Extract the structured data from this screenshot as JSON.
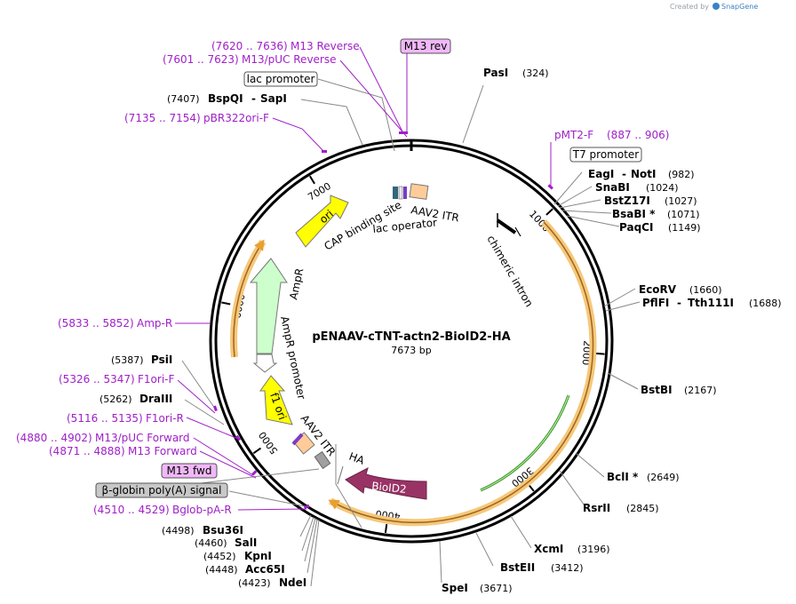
{
  "credit": {
    "prefix": "Created by",
    "brand": "SnapGene"
  },
  "plasmid": {
    "name": "pENAAV-cTNT-actn2-BioID2-HA",
    "size_label": "7673 bp",
    "length": 7673
  },
  "ticks": [
    {
      "pos": 1000,
      "label": "1000"
    },
    {
      "pos": 2000,
      "label": "2000"
    },
    {
      "pos": 3000,
      "label": "3000"
    },
    {
      "pos": 4000,
      "label": "4000"
    },
    {
      "pos": 5000,
      "label": "5000"
    },
    {
      "pos": 6000,
      "label": "6000"
    },
    {
      "pos": 7000,
      "label": "7000"
    }
  ],
  "enzymes_right": [
    {
      "name": "PasI",
      "pos": "(324)"
    },
    {
      "name": "EagI",
      "sep": "-",
      "name2": "NotI",
      "pos": "(982)"
    },
    {
      "name": "SnaBI",
      "pos": "(1024)"
    },
    {
      "name": "BstZ17I",
      "pos": "(1027)"
    },
    {
      "name": "BsaBI *",
      "pos": "(1071)"
    },
    {
      "name": "PaqCI",
      "pos": "(1149)"
    },
    {
      "name": "EcoRV",
      "pos": "(1660)"
    },
    {
      "name": "PflFI",
      "sep": "-",
      "name2": "Tth111I",
      "pos": "(1688)"
    },
    {
      "name": "BstBI",
      "pos": "(2167)"
    },
    {
      "name": "BclI *",
      "pos": "(2649)"
    },
    {
      "name": "RsrII",
      "pos": "(2845)"
    },
    {
      "name": "XcmI",
      "pos": "(3196)"
    },
    {
      "name": "BstEII",
      "pos": "(3412)"
    },
    {
      "name": "SpeI",
      "pos": "(3671)"
    }
  ],
  "enzymes_left": [
    {
      "name": "BspQI",
      "sep": "-",
      "name2": "SapI",
      "pos": "(7407)"
    },
    {
      "name": "PsiI",
      "pos": "(5387)"
    },
    {
      "name": "DraIII",
      "pos": "(5262)"
    },
    {
      "name": "Bsu36I",
      "pos": "(4498)"
    },
    {
      "name": "SalI",
      "pos": "(4460)"
    },
    {
      "name": "KpnI",
      "pos": "(4452)"
    },
    {
      "name": "Acc65I",
      "pos": "(4448)"
    },
    {
      "name": "NdeI",
      "pos": "(4423)"
    }
  ],
  "primers": [
    {
      "range": "(7620 .. 7636)",
      "name": "M13 Reverse"
    },
    {
      "range": "(7601 .. 7623)",
      "name": "M13/pUC Reverse"
    },
    {
      "range": "(7135 .. 7154)",
      "name": "pBR322ori-F"
    },
    {
      "name": "pMT2-F",
      "range": "(887 .. 906)"
    },
    {
      "range": "(5833 .. 5852)",
      "name": "Amp-R"
    },
    {
      "range": "(5326 .. 5347)",
      "name": "F1ori-F"
    },
    {
      "range": "(5116 .. 5135)",
      "name": "F1ori-R"
    },
    {
      "range": "(4880 .. 4902)",
      "name": "M13/pUC Forward"
    },
    {
      "range": "(4871 .. 4888)",
      "name": "M13 Forward"
    },
    {
      "range": "(4510 .. 4529)",
      "name": "Bglob-pA-R"
    }
  ],
  "boxed": {
    "m13_rev": "M13 rev",
    "lac_promoter": "lac promoter",
    "t7_promoter": "T7 promoter",
    "m13_fwd": "M13 fwd",
    "bglobin": "β-globin poly(A) signal"
  },
  "features": {
    "cap": "CAP binding site",
    "lac_operator": "lac operator",
    "aav2_itr_top": "AAV2 ITR",
    "chimeric_intron": "chimeric intron",
    "ori": "ori",
    "ampr": "AmpR",
    "ampr_promoter": "AmpR promoter",
    "f1_ori": "f1 ori",
    "aav2_itr_bottom": "AAV2 ITR",
    "ha": "HA",
    "bioid2": "BioID2"
  },
  "colors": {
    "backbone": "#000000",
    "ori": "#ffff00",
    "ampr": "#ccffcc",
    "f1ori": "#ffff00",
    "itr": "#ffcc99",
    "bioid2": "#993366",
    "cds_band": "#f5c87a",
    "intron": "#000000",
    "green_arc": "#2d8a1a",
    "primer": "#a020c8",
    "primer_box": "#f0b8f8",
    "gray_box": "#c8c8c8"
  }
}
